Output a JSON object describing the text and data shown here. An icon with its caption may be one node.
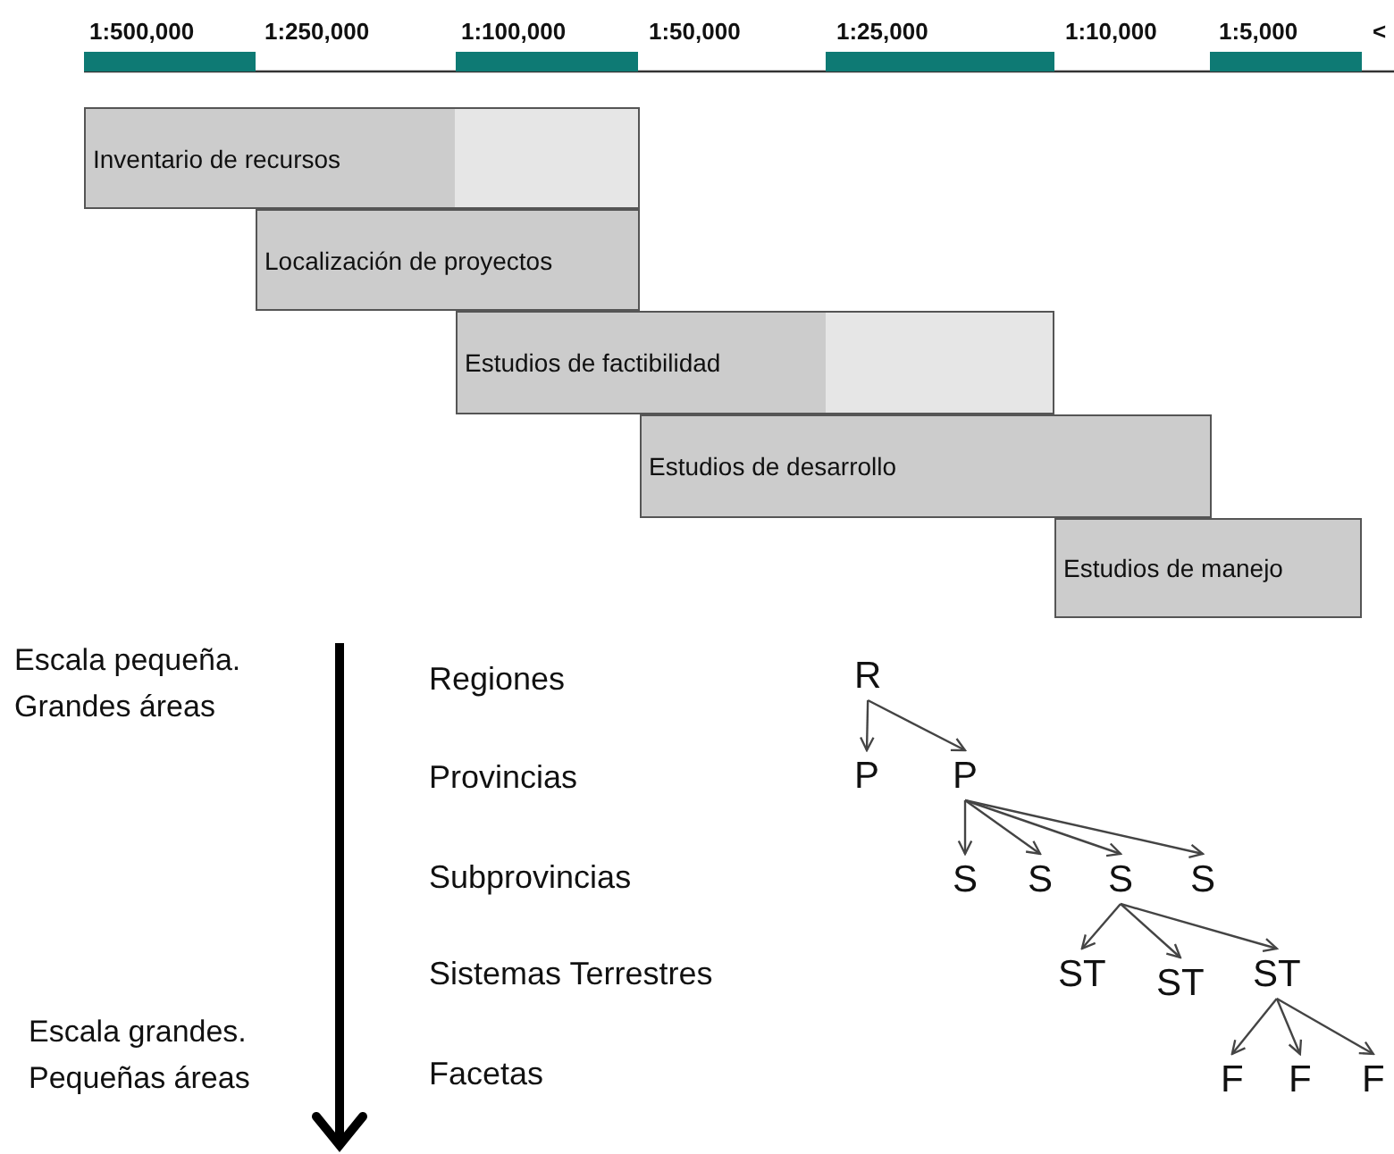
{
  "diagram": {
    "nodes": [
      {
        "text": [
          "Inventario de recursos"
        ]
      },
      {
        "text": [
          "Localización de proyectos"
        ]
      },
      {
        "text": [
          "Estudios de factibilidad"
        ]
      },
      {
        "text": [
          "Estudios de desarrollo"
        ]
      },
      {
        "text": [
          "Estudios de manejo"
        ]
      },
      {
        "text": [
          "R"
        ]
      },
      {
        "text": [
          "P"
        ]
      },
      {
        "text": [
          "P"
        ]
      },
      {
        "text": [
          "S"
        ]
      },
      {
        "text": [
          "S"
        ]
      },
      {
        "text": [
          "S"
        ]
      },
      {
        "text": [
          "S"
        ]
      },
      {
        "text": [
          "ST"
        ]
      },
      {
        "text": [
          "ST"
        ]
      },
      {
        "text": [
          "ST"
        ]
      },
      {
        "text": [
          "F"
        ]
      },
      {
        "text": [
          "F"
        ]
      },
      {
        "text": [
          "F"
        ]
      }
    ],
    "edges": [
      {
        "from": 5,
        "to": 6,
        "arrow": "to"
      },
      {
        "from": 5,
        "to": 7,
        "arrow": "to"
      },
      {
        "from": 7,
        "to": 8,
        "arrow": "to"
      },
      {
        "from": 7,
        "to": 9,
        "arrow": "to"
      },
      {
        "from": 7,
        "to": 10,
        "arrow": "to"
      },
      {
        "from": 7,
        "to": 11,
        "arrow": "to"
      },
      {
        "from": 10,
        "to": 12,
        "arrow": "to"
      },
      {
        "from": 10,
        "to": 13,
        "arrow": "to"
      },
      {
        "from": 10,
        "to": 14,
        "arrow": "to"
      },
      {
        "from": 14,
        "to": 15,
        "arrow": "to"
      },
      {
        "from": 14,
        "to": 16,
        "arrow": "to"
      },
      {
        "from": 14,
        "to": 17,
        "arrow": "to"
      }
    ],
    "labels": [
      "1:500,000",
      "1:250,000",
      "1:100,000",
      "1:50,000",
      "1:25,000",
      "1:10,000",
      "1:5,000",
      "<",
      "Escala pequeña. Grandes áreas",
      "Regiones",
      "Provincias",
      "Subprovincias",
      "Sistemas Terrestres",
      "Escala grandes. Pequeñas áreas",
      "Facetas"
    ]
  }
}
